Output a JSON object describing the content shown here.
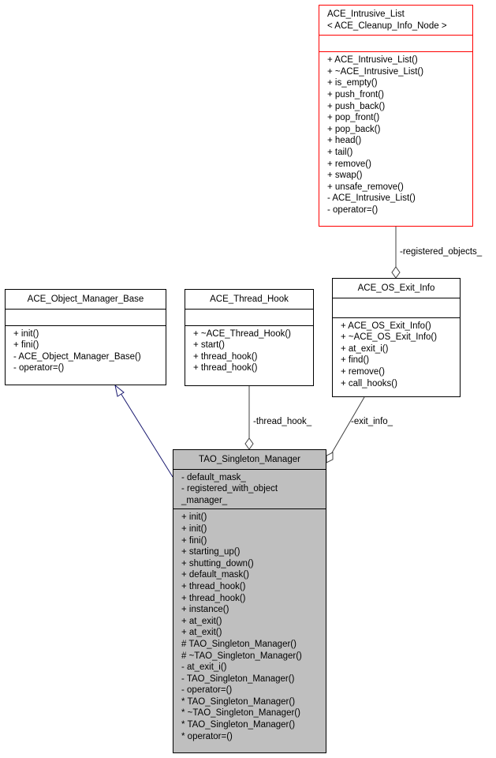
{
  "classes": {
    "intrusive_list": {
      "title": [
        "ACE_Intrusive_List",
        "< ACE_Cleanup_Info_Node >"
      ],
      "attributes": [],
      "methods": [
        "+ ACE_Intrusive_List()",
        "+ ~ACE_Intrusive_List()",
        "+ is_empty()",
        "+ push_front()",
        "+ push_back()",
        "+ pop_front()",
        "+ pop_back()",
        "+ head()",
        "+ tail()",
        "+ remove()",
        "+ swap()",
        "+ unsafe_remove()",
        "- ACE_Intrusive_List()",
        "- operator=()"
      ]
    },
    "object_manager_base": {
      "title": [
        "ACE_Object_Manager_Base"
      ],
      "attributes": [],
      "methods": [
        "+ init()",
        "+ fini()",
        "- ACE_Object_Manager_Base()",
        "- operator=()"
      ]
    },
    "thread_hook": {
      "title": [
        "ACE_Thread_Hook"
      ],
      "attributes": [],
      "methods": [
        "+ ~ACE_Thread_Hook()",
        "+ start()",
        "+ thread_hook()",
        "+ thread_hook()"
      ]
    },
    "os_exit_info": {
      "title": [
        "ACE_OS_Exit_Info"
      ],
      "attributes": [],
      "methods": [
        "+ ACE_OS_Exit_Info()",
        "+ ~ACE_OS_Exit_Info()",
        "+ at_exit_i()",
        "+ find()",
        "+ remove()",
        "+ call_hooks()"
      ]
    },
    "singleton_manager": {
      "title": [
        "TAO_Singleton_Manager"
      ],
      "attributes": [
        "- default_mask_",
        "- registered_with_object",
        "_manager_"
      ],
      "methods": [
        "+ init()",
        "+ init()",
        "+ fini()",
        "+ starting_up()",
        "+ shutting_down()",
        "+ default_mask()",
        "+ thread_hook()",
        "+ thread_hook()",
        "+ instance()",
        "+ at_exit()",
        "+ at_exit()",
        "# TAO_Singleton_Manager()",
        "# ~TAO_Singleton_Manager()",
        "- at_exit_i()",
        "- TAO_Singleton_Manager()",
        "- operator=()",
        "* TAO_Singleton_Manager()",
        "* ~TAO_Singleton_Manager()",
        "* TAO_Singleton_Manager()",
        "* operator=()"
      ]
    }
  },
  "edges": {
    "registered_objects": "-registered_objects_",
    "thread_hook": "-thread_hook_",
    "exit_info": "-exit_info_"
  },
  "colors": {
    "template_border": "#ff0000",
    "inheritance_line": "#191970",
    "association_line": "#404040",
    "focus_fill": "#bfbfbf"
  }
}
